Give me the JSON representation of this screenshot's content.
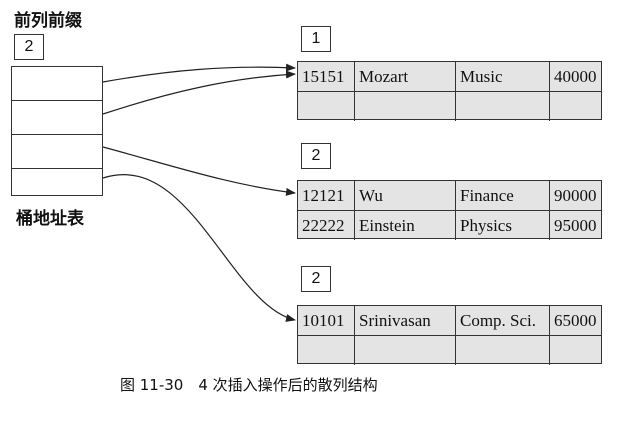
{
  "prefix_label": "前列前缀",
  "global_depth": "2",
  "bucket_table_label": "桶地址表",
  "buckets": [
    {
      "local_depth": "1",
      "records": [
        [
          "15151",
          "Mozart",
          "Music",
          "40000"
        ],
        [
          "",
          "",
          "",
          ""
        ]
      ]
    },
    {
      "local_depth": "2",
      "records": [
        [
          "12121",
          "Wu",
          "Finance",
          "90000"
        ],
        [
          "22222",
          "Einstein",
          "Physics",
          "95000"
        ]
      ]
    },
    {
      "local_depth": "2",
      "records": [
        [
          "10101",
          "Srinivasan",
          "Comp. Sci.",
          "65000"
        ],
        [
          "",
          "",
          "",
          ""
        ]
      ]
    }
  ],
  "caption": "图 11-30　4 次插入操作后的散列结构"
}
